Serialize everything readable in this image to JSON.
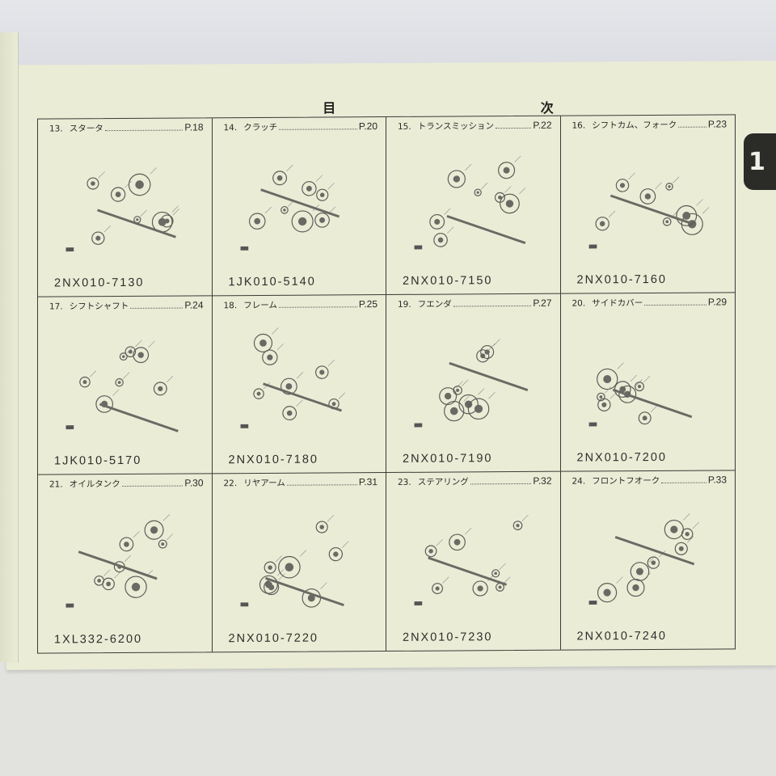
{
  "document": {
    "title": "目 次",
    "section_tab": "1",
    "accent_color": "#2b2b28",
    "paper_color": "#eaecd6"
  },
  "entries": [
    {
      "number": "13.",
      "name": "スタータ",
      "page": "P.18",
      "code": "2NX010-7130",
      "drawing": "starter-exploded-view"
    },
    {
      "number": "14.",
      "name": "クラッチ",
      "page": "P.20",
      "code": "1JK010-5140",
      "drawing": "clutch-exploded-view"
    },
    {
      "number": "15.",
      "name": "トランスミッション",
      "page": "P.22",
      "code": "2NX010-7150",
      "drawing": "transmission-exploded-view"
    },
    {
      "number": "16.",
      "name": "シフトカム、フォーク",
      "page": "P.23",
      "code": "2NX010-7160",
      "drawing": "shift-cam-fork-exploded-view"
    },
    {
      "number": "17.",
      "name": "シフトシャフト",
      "page": "P.24",
      "code": "1JK010-5170",
      "drawing": "shift-shaft-exploded-view"
    },
    {
      "number": "18.",
      "name": "フレーム",
      "page": "P.25",
      "code": "2NX010-7180",
      "drawing": "frame-exploded-view"
    },
    {
      "number": "19.",
      "name": "フエンダ",
      "page": "P.27",
      "code": "2NX010-7190",
      "drawing": "fender-exploded-view"
    },
    {
      "number": "20.",
      "name": "サイドカバー",
      "page": "P.29",
      "code": "2NX010-7200",
      "drawing": "side-cover-exploded-view"
    },
    {
      "number": "21.",
      "name": "オイルタンク",
      "page": "P.30",
      "code": "1XL332-6200",
      "drawing": "oil-tank-exploded-view"
    },
    {
      "number": "22.",
      "name": "リヤアーム",
      "page": "P.31",
      "code": "2NX010-7220",
      "drawing": "rear-arm-exploded-view"
    },
    {
      "number": "23.",
      "name": "ステアリング",
      "page": "P.32",
      "code": "2NX010-7230",
      "drawing": "steering-exploded-view"
    },
    {
      "number": "24.",
      "name": "フロントフオーク",
      "page": "P.33",
      "code": "2NX010-7240",
      "drawing": "front-fork-exploded-view"
    }
  ]
}
